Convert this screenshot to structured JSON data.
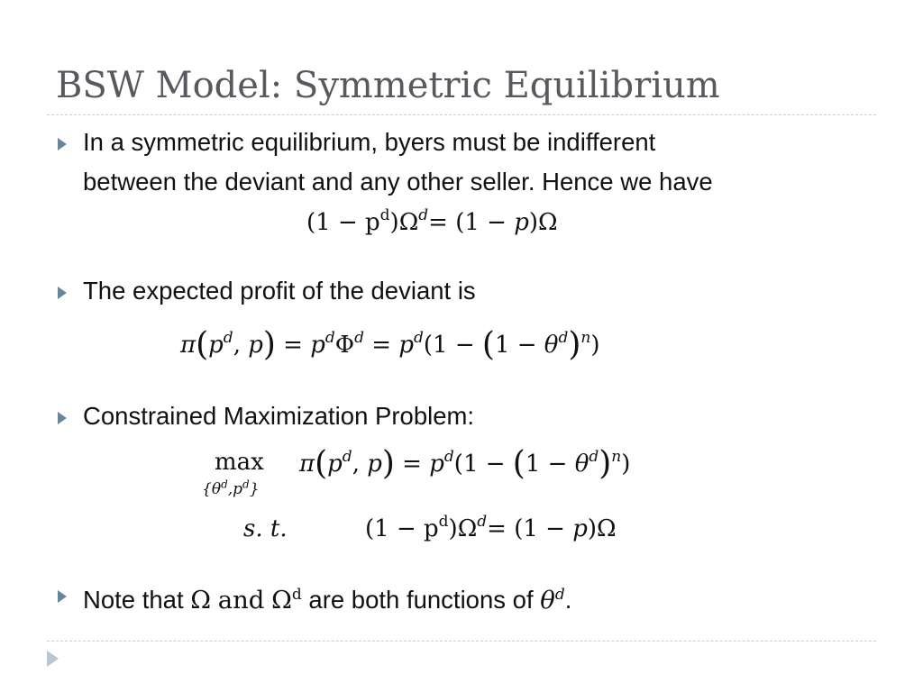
{
  "slide": {
    "title": "BSW Model: Symmetric Equilibrium",
    "bullets": [
      {
        "line1": "In a symmetric equilibrium, byers must be indifferent",
        "line2": "between the deviant and any other seller. Hence we have"
      },
      {
        "text": "The expected profit of the deviant is"
      },
      {
        "text": "Constrained Maximization Problem:",
        "max_label": "max",
        "max_subscript": "{θ",
        "st_label": "s. t."
      },
      {
        "text_a": "Note that",
        "text_b": "are both functions of"
      }
    ],
    "math_symbols": {
      "omega": "Ω",
      "and": "and",
      "theta": "θ",
      "sup_d": "d",
      "period": "."
    }
  },
  "colors": {
    "title": "#58585e",
    "bullet_arrow": "#68869a",
    "rule": "#c4d0d6",
    "nav_arrow": "#b8c6d2",
    "body_text": "#111111"
  },
  "icons": {
    "bullet": "triangle-right-icon",
    "navigation": "nav-arrow-icon"
  }
}
